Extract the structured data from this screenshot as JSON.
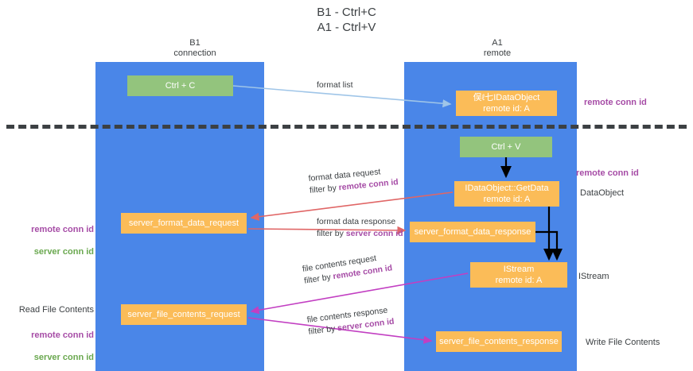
{
  "title": "B1 - Ctrl+C\nA1 - Ctrl+V",
  "columns": {
    "left": "B1\nconnection",
    "right": "A1\nremote"
  },
  "boxes": {
    "ctrl_c": "Ctrl + C",
    "idataobject": "俣ℓ七IDataObject\nremote id: A",
    "ctrl_v": "Ctrl + V",
    "getdata": "IDataObject::GetData\nremote id: A",
    "server_format_data_request": "server_format_data_request",
    "server_format_data_response": "server_format_data_response",
    "istream": "IStream\nremote id: A",
    "server_file_contents_request": "server_file_contents_request",
    "server_file_contents_response": "server_file_contents_response"
  },
  "flows": {
    "format_list": "format list",
    "format_data_request": "format data request",
    "format_data_request_filter_prefix": "filter by ",
    "format_data_request_filter_key": "remote conn id",
    "format_data_response": "format data response",
    "format_data_response_filter_prefix": "filter by ",
    "format_data_response_filter_key": "server conn id",
    "file_contents_request": "file contents request",
    "file_contents_request_filter_prefix": "filter by ",
    "file_contents_request_filter_key": "remote conn id",
    "file_contents_response": "file contents response",
    "file_contents_response_filter_prefix": "filter by ",
    "file_contents_response_filter_key": "server conn id"
  },
  "annotations": {
    "remote_conn_id": "remote conn id",
    "server_conn_id": "server conn id",
    "dataobject": "DataObject",
    "istream": "IStream",
    "read_file_contents": "Read File Contents",
    "write_file_contents": "Write File Contents"
  },
  "colors": {
    "lane": "#4a86e8",
    "green_box": "#93c47d",
    "orange_box": "#fbbc58",
    "purple_text": "#a64ca6",
    "green_text": "#6aa84f",
    "blue_arrow": "#9fc5e8",
    "red_arrow": "#e06666",
    "magenta_arrow": "#c23fc2",
    "black_arrow": "#000000",
    "divider": "#3c4043",
    "text": "#3c4043"
  }
}
